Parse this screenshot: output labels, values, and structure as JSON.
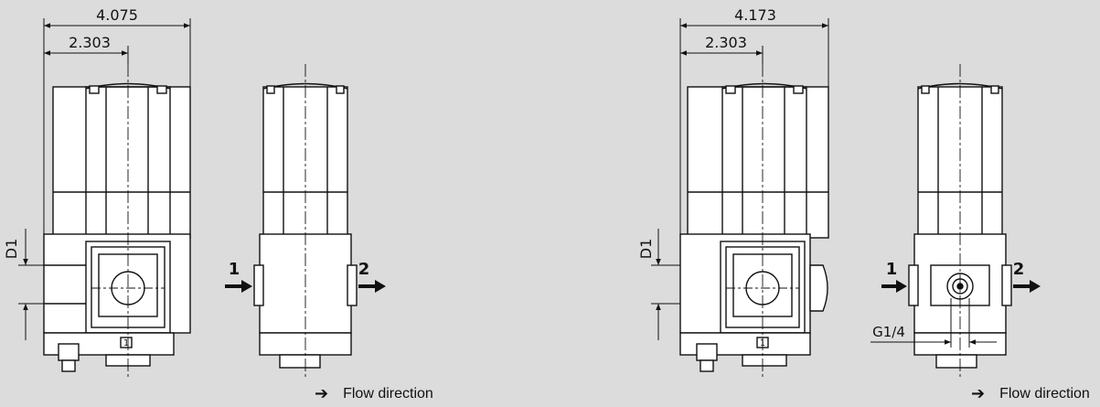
{
  "drawings": [
    {
      "dims": {
        "overall": "4.075",
        "offset": "2.303",
        "port": "D1"
      },
      "ports": {
        "in": "1",
        "out": "2"
      },
      "marker": "1"
    },
    {
      "dims": {
        "overall": "4.173",
        "offset": "2.303",
        "port": "D1",
        "gauge": "G1/4"
      },
      "ports": {
        "in": "1",
        "out": "2"
      },
      "marker": "1"
    }
  ],
  "legends": [
    {
      "icon": "arrow-right-icon",
      "text": "Flow direction"
    },
    {
      "icon": "arrow-right-icon",
      "text": "Flow direction"
    }
  ],
  "colors": {
    "background": "#dcdcdc",
    "part": "#ffffff",
    "line": "#111111"
  }
}
